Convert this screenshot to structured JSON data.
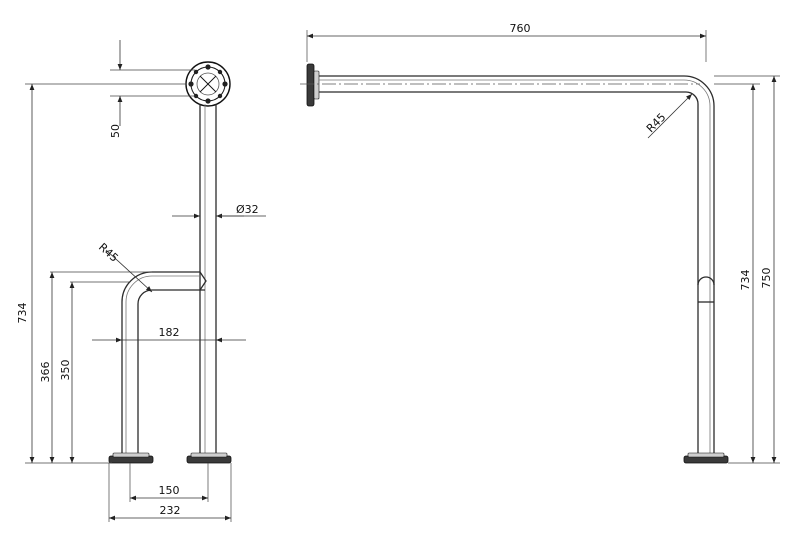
{
  "side_view": {
    "dims": {
      "flange": "50",
      "tube_dia": "Ø32",
      "bend_radius": "R45",
      "total_height": "734",
      "lower_height_outer": "366",
      "lower_height_center": "350",
      "arm_width": "182",
      "base_center_dist": "150",
      "base_outer_width": "232"
    }
  },
  "front_view": {
    "dims": {
      "horizontal_length": "760",
      "bend_radius": "R45",
      "height_center": "734",
      "height_overall": "750"
    }
  },
  "colors": {
    "line": "#2b2b2b",
    "fill_dark": "#3a3a3a",
    "background": "#ffffff"
  }
}
